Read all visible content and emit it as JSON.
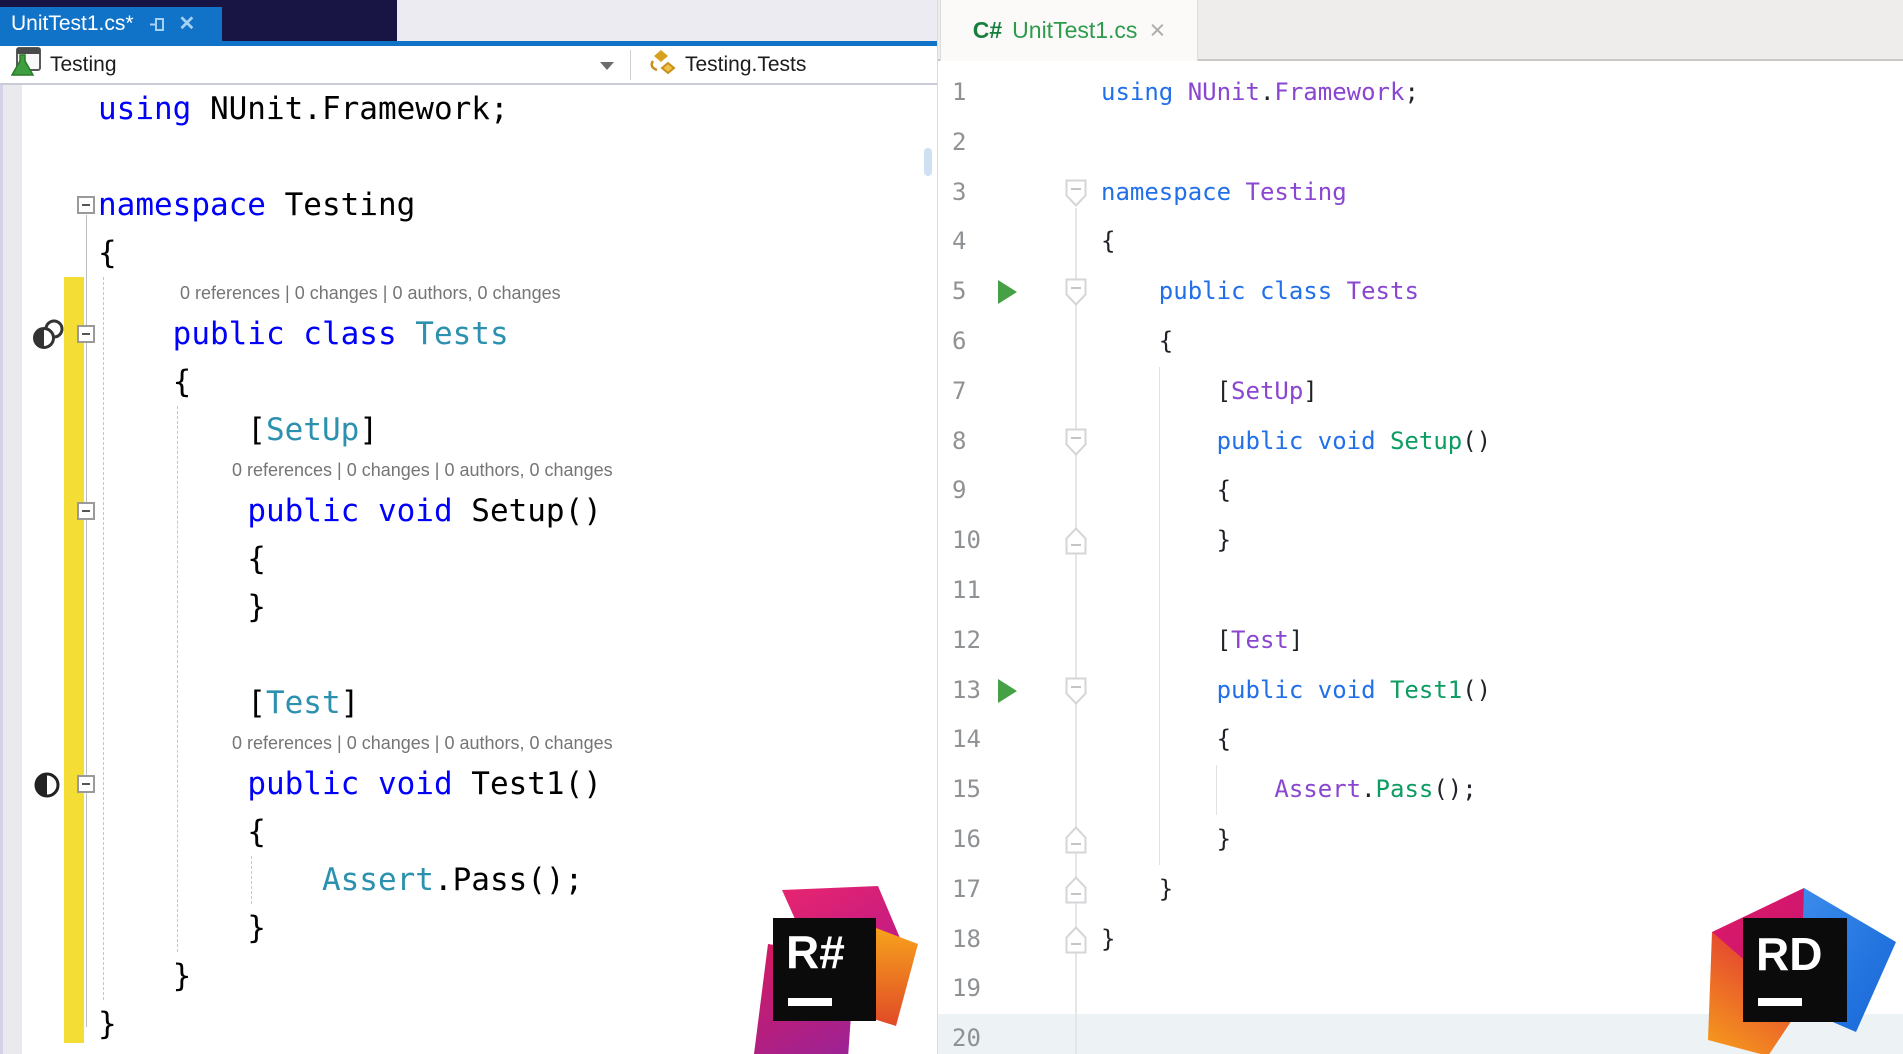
{
  "left_panel": {
    "tab": {
      "title": "UnitTest1.cs*",
      "pin_icon": "pin-icon",
      "close_icon": "✕"
    },
    "navbar": {
      "project": "Testing",
      "type": "Testing.Tests",
      "dropdown_icon": "chevron-down-icon"
    },
    "codelens": "0 references | 0 changes | 0 authors, 0 changes",
    "lines": [
      {
        "type": "code",
        "tokens": [
          [
            "using ",
            "lk"
          ],
          [
            "NUnit.Framework;",
            "lp"
          ]
        ]
      },
      {
        "type": "blank"
      },
      {
        "type": "code",
        "fold": true,
        "tokens": [
          [
            "namespace ",
            "lk"
          ],
          [
            "Testing",
            "lp"
          ]
        ]
      },
      {
        "type": "code",
        "tokens": [
          [
            "{",
            "lp"
          ]
        ]
      },
      {
        "type": "codelens",
        "indent": 4
      },
      {
        "type": "code",
        "fold": true,
        "icon": "class",
        "tokens": [
          [
            "    ",
            "lp"
          ],
          [
            "public class ",
            "lk"
          ],
          [
            "Tests",
            "lt"
          ]
        ]
      },
      {
        "type": "code",
        "tokens": [
          [
            "    {",
            "lp"
          ]
        ]
      },
      {
        "type": "code",
        "tokens": [
          [
            "        [",
            "lp"
          ],
          [
            "SetUp",
            "lt"
          ],
          [
            "]",
            "lp"
          ]
        ]
      },
      {
        "type": "codelens",
        "indent": 8
      },
      {
        "type": "code",
        "fold": true,
        "tokens": [
          [
            "        ",
            "lp"
          ],
          [
            "public void ",
            "lk"
          ],
          [
            "Setup()",
            "lp"
          ]
        ]
      },
      {
        "type": "code",
        "tokens": [
          [
            "        {",
            "lp"
          ]
        ]
      },
      {
        "type": "code",
        "tokens": [
          [
            "        }",
            "lp"
          ]
        ]
      },
      {
        "type": "blank"
      },
      {
        "type": "code",
        "tokens": [
          [
            "        [",
            "lp"
          ],
          [
            "Test",
            "lt"
          ],
          [
            "]",
            "lp"
          ]
        ]
      },
      {
        "type": "codelens",
        "indent": 8
      },
      {
        "type": "code",
        "fold": true,
        "icon": "method",
        "tokens": [
          [
            "        ",
            "lp"
          ],
          [
            "public void ",
            "lk"
          ],
          [
            "Test1()",
            "lp"
          ]
        ]
      },
      {
        "type": "code",
        "tokens": [
          [
            "        {",
            "lp"
          ]
        ]
      },
      {
        "type": "code",
        "tokens": [
          [
            "            ",
            "lp"
          ],
          [
            "Assert",
            "lt"
          ],
          [
            ".Pass();",
            "lp"
          ]
        ]
      },
      {
        "type": "code",
        "tokens": [
          [
            "        }",
            "lp"
          ]
        ]
      },
      {
        "type": "code",
        "tokens": [
          [
            "    }",
            "lp"
          ]
        ]
      },
      {
        "type": "code",
        "tokens": [
          [
            "}",
            "lp"
          ]
        ]
      }
    ]
  },
  "right_panel": {
    "tab": {
      "language_badge": "C#",
      "title": "UnitTest1.cs",
      "close_icon": "×"
    },
    "lines": [
      {
        "n": "1",
        "run": false,
        "fold": "",
        "tokens": [
          [
            "using ",
            "rk"
          ],
          [
            "NUnit",
            "rn"
          ],
          [
            ".",
            "rd"
          ],
          [
            "Framework",
            "rn"
          ],
          [
            ";",
            "rd"
          ]
        ]
      },
      {
        "n": "2",
        "run": false,
        "fold": "",
        "tokens": []
      },
      {
        "n": "3",
        "run": false,
        "fold": "start",
        "tokens": [
          [
            "namespace ",
            "rk"
          ],
          [
            "Testing",
            "rn"
          ]
        ]
      },
      {
        "n": "4",
        "run": false,
        "fold": "",
        "tokens": [
          [
            "{",
            "rd"
          ]
        ]
      },
      {
        "n": "5",
        "run": true,
        "fold": "start",
        "tokens": [
          [
            "    ",
            "rd"
          ],
          [
            "public class ",
            "rk"
          ],
          [
            "Tests",
            "rn"
          ]
        ]
      },
      {
        "n": "6",
        "run": false,
        "fold": "",
        "tokens": [
          [
            "    {",
            "rd"
          ]
        ]
      },
      {
        "n": "7",
        "run": false,
        "fold": "",
        "tokens": [
          [
            "        [",
            "rd"
          ],
          [
            "SetUp",
            "rn"
          ],
          [
            "]",
            "rd"
          ]
        ]
      },
      {
        "n": "8",
        "run": false,
        "fold": "start",
        "tokens": [
          [
            "        ",
            "rd"
          ],
          [
            "public void ",
            "rk"
          ],
          [
            "Setup",
            "rg"
          ],
          [
            "()",
            "rd"
          ]
        ]
      },
      {
        "n": "9",
        "run": false,
        "fold": "",
        "tokens": [
          [
            "        {",
            "rd"
          ]
        ]
      },
      {
        "n": "10",
        "run": false,
        "fold": "end",
        "tokens": [
          [
            "        }",
            "rd"
          ]
        ]
      },
      {
        "n": "11",
        "run": false,
        "fold": "",
        "tokens": []
      },
      {
        "n": "12",
        "run": false,
        "fold": "",
        "tokens": [
          [
            "        [",
            "rd"
          ],
          [
            "Test",
            "rn"
          ],
          [
            "]",
            "rd"
          ]
        ]
      },
      {
        "n": "13",
        "run": true,
        "fold": "start",
        "tokens": [
          [
            "        ",
            "rd"
          ],
          [
            "public void ",
            "rk"
          ],
          [
            "Test1",
            "rg"
          ],
          [
            "()",
            "rd"
          ]
        ]
      },
      {
        "n": "14",
        "run": false,
        "fold": "",
        "tokens": [
          [
            "        {",
            "rd"
          ]
        ]
      },
      {
        "n": "15",
        "run": false,
        "fold": "",
        "tokens": [
          [
            "            ",
            "rd"
          ],
          [
            "Assert",
            "rn"
          ],
          [
            ".",
            "rd"
          ],
          [
            "Pass",
            "rg"
          ],
          [
            "();",
            "rd"
          ]
        ]
      },
      {
        "n": "16",
        "run": false,
        "fold": "end",
        "tokens": [
          [
            "        }",
            "rd"
          ]
        ]
      },
      {
        "n": "17",
        "run": false,
        "fold": "end",
        "tokens": [
          [
            "    }",
            "rd"
          ]
        ]
      },
      {
        "n": "18",
        "run": false,
        "fold": "end",
        "tokens": [
          [
            "}",
            "rd"
          ]
        ]
      },
      {
        "n": "19",
        "run": false,
        "fold": "",
        "tokens": []
      },
      {
        "n": "20",
        "run": false,
        "fold": "",
        "tokens": []
      }
    ]
  },
  "logos": {
    "resharper": "R#",
    "rider": "RD"
  },
  "palette": {
    "left_keyword": "#0101FB",
    "left_type": "#2B91AF",
    "left_plain": "#000000",
    "codelens_gray": "#757575",
    "vs_tab_blue": "#1173C8",
    "vs_dark_strip": "#181545",
    "yellow_change_bar": "#F4DE35",
    "right_keyword": "#2270E8",
    "right_symbol_purple": "#8A46D1",
    "right_method_green": "#0D9C62",
    "right_plain": "#1F2328",
    "line_number_gray": "#8F9295",
    "run_icon_green": "#45A046",
    "fold_marker_gray": "#D4D6D8",
    "current_line_bg": "#EDF2F4",
    "tab_badge_green": "#177F3D",
    "tab_file_green": "#2D9A4C"
  }
}
